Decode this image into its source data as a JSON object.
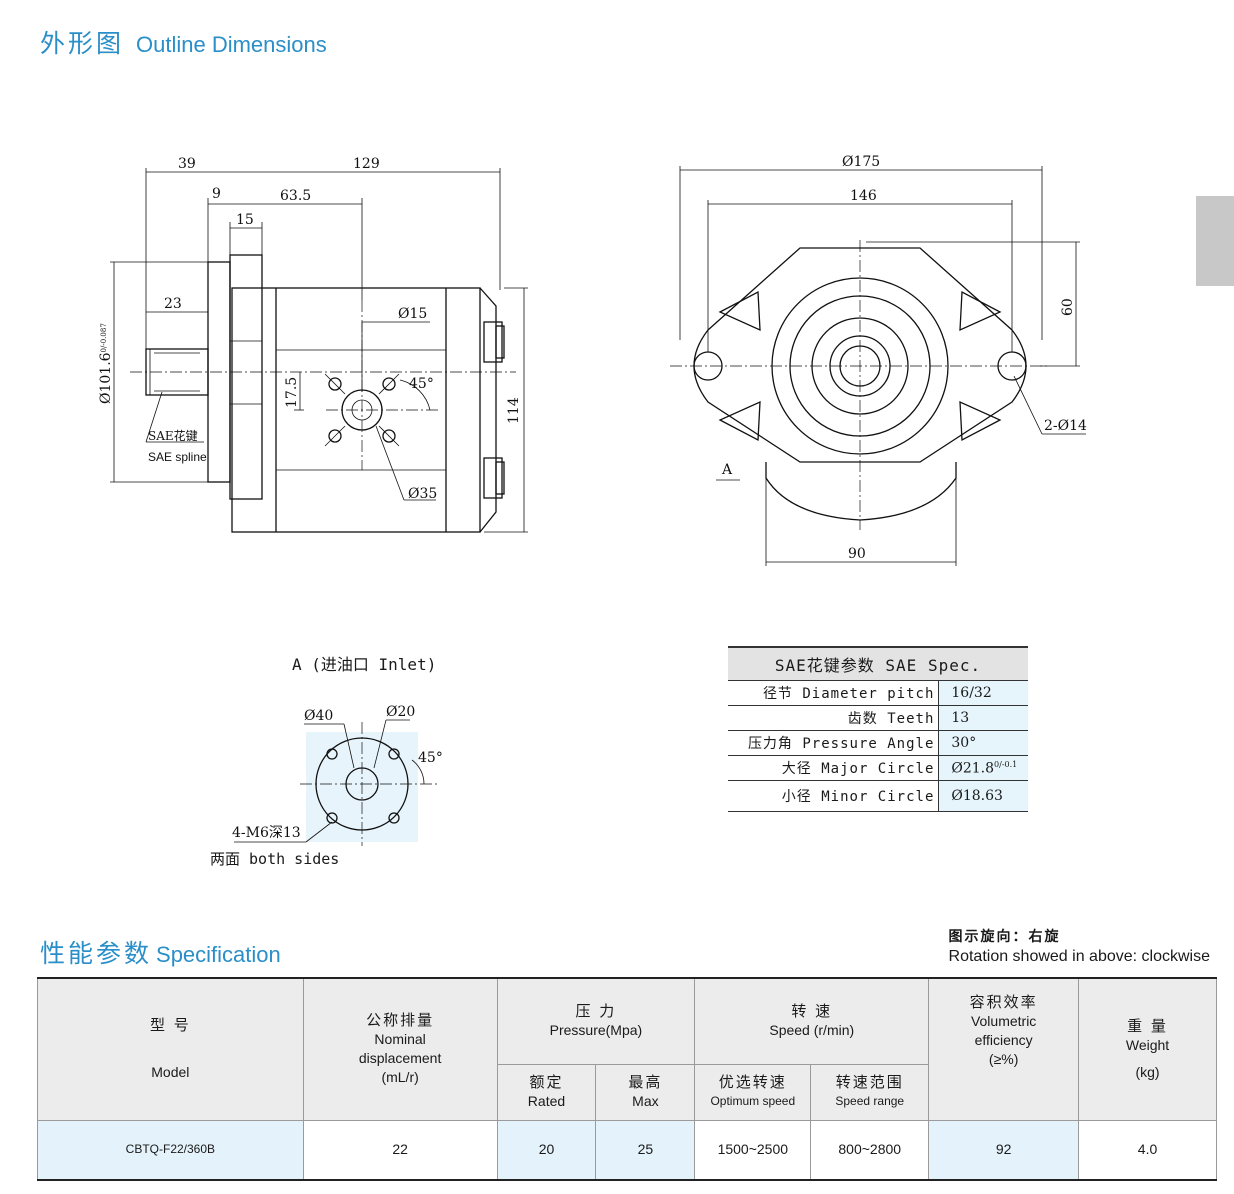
{
  "header": {
    "title_cn": "外形图",
    "title_en": "Outline Dimensions"
  },
  "side_view": {
    "dims": [
      "39",
      "129",
      "9",
      "63.5",
      "15",
      "23",
      "Ø15",
      "Ø35",
      "17.5",
      "45°",
      "114"
    ],
    "flange_dia": "Ø101.6",
    "flange_tol": "0/-0.087",
    "spline_cn": "SAE花键",
    "spline_en": "SAE spline"
  },
  "front_view": {
    "dims": [
      "Ø175",
      "146",
      "60",
      "2-Ø14",
      "90"
    ],
    "view_mark": "A"
  },
  "inlet_view": {
    "title": "A (进油口 Inlet)",
    "dims": [
      "Ø40",
      "Ø20",
      "45°"
    ],
    "thread": "4-M6深13",
    "note": "两面 both sides"
  },
  "sae_spec": {
    "header": "SAE花键参数  SAE Spec.",
    "rows": [
      {
        "label": "径节 Diameter pitch",
        "value": "16/32"
      },
      {
        "label": "齿数 Teeth",
        "value": "13"
      },
      {
        "label": "压力角 Pressure Angle",
        "value": "30°"
      },
      {
        "label": "大径 Major Circle",
        "value": "Ø21.8",
        "tol": "0/-0.1"
      },
      {
        "label": "小径 Minor Circle",
        "value": "Ø18.63"
      }
    ]
  },
  "spec": {
    "title_cn": "性能参数",
    "title_en": "Specification",
    "rotation_cn": "图示旋向：右旋",
    "rotation_en": "Rotation showed in above: clockwise",
    "headers": {
      "model_cn": "型  号",
      "model_en": "Model",
      "disp_cn": "公称排量",
      "disp_en1": "Nominal",
      "disp_en2": "displacement",
      "disp_unit": "(mL/r)",
      "pressure_cn": "压  力",
      "pressure_en": "Pressure(Mpa)",
      "rated_cn": "额定",
      "rated_en": "Rated",
      "max_cn": "最高",
      "max_en": "Max",
      "speed_cn": "转   速",
      "speed_en": "Speed  (r/min)",
      "opt_cn": "优选转速",
      "opt_en": "Optimum speed",
      "range_cn": "转速范围",
      "range_en": "Speed range",
      "eff_cn": "容积效率",
      "eff_en1": "Volumetric",
      "eff_en2": "efficiency",
      "eff_unit": "(≥%)",
      "weight_cn": "重 量",
      "weight_en": "Weight",
      "weight_unit": "(kg)"
    },
    "row": {
      "model": "CBTQ-F22/360B",
      "displacement": "22",
      "rated": "20",
      "max": "25",
      "optimum_speed": "1500~2500",
      "speed_range": "800~2800",
      "efficiency": "92",
      "weight": "4.0"
    }
  }
}
